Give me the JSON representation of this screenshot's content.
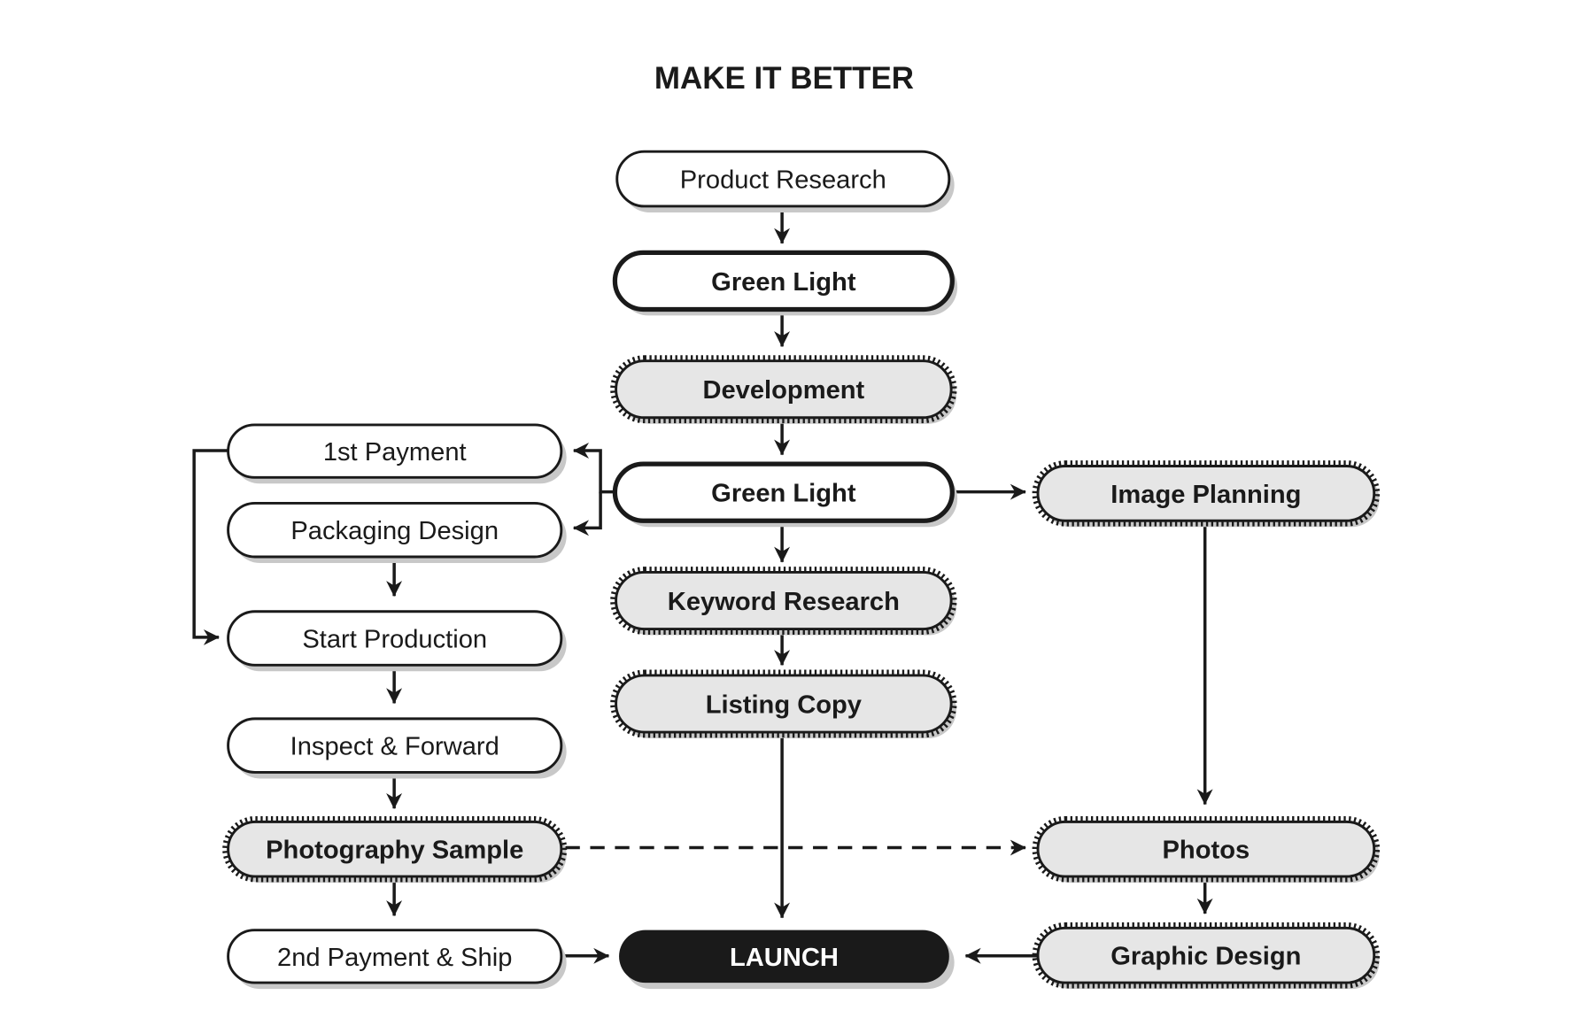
{
  "title": "MAKE IT BETTER",
  "nodes": {
    "product_research": {
      "label": "Product Research",
      "style": "plain"
    },
    "green_light_1": {
      "label": "Green Light",
      "style": "bold"
    },
    "development": {
      "label": "Development",
      "style": "hatched"
    },
    "green_light_2": {
      "label": "Green Light",
      "style": "bold"
    },
    "keyword_research": {
      "label": "Keyword Research",
      "style": "hatched"
    },
    "listing_copy": {
      "label": "Listing Copy",
      "style": "hatched"
    },
    "launch": {
      "label": "LAUNCH",
      "style": "launch"
    },
    "first_payment": {
      "label": "1st Payment",
      "style": "plain"
    },
    "packaging_design": {
      "label": "Packaging Design",
      "style": "plain"
    },
    "start_production": {
      "label": "Start Production",
      "style": "plain"
    },
    "inspect_forward": {
      "label": "Inspect & Forward",
      "style": "plain"
    },
    "photography_sample": {
      "label": "Photography Sample",
      "style": "hatched"
    },
    "second_payment": {
      "label": "2nd Payment & Ship",
      "style": "plain"
    },
    "image_planning": {
      "label": "Image Planning",
      "style": "hatched"
    },
    "photos": {
      "label": "Photos",
      "style": "hatched"
    },
    "graphic_design": {
      "label": "Graphic Design",
      "style": "hatched"
    }
  },
  "colors": {
    "ink": "#1a1a1a",
    "fill_gray": "#e6e6e6",
    "shadow": "#c8c8c8",
    "launch_fill": "#1a1a1a",
    "launch_text": "#ffffff"
  }
}
